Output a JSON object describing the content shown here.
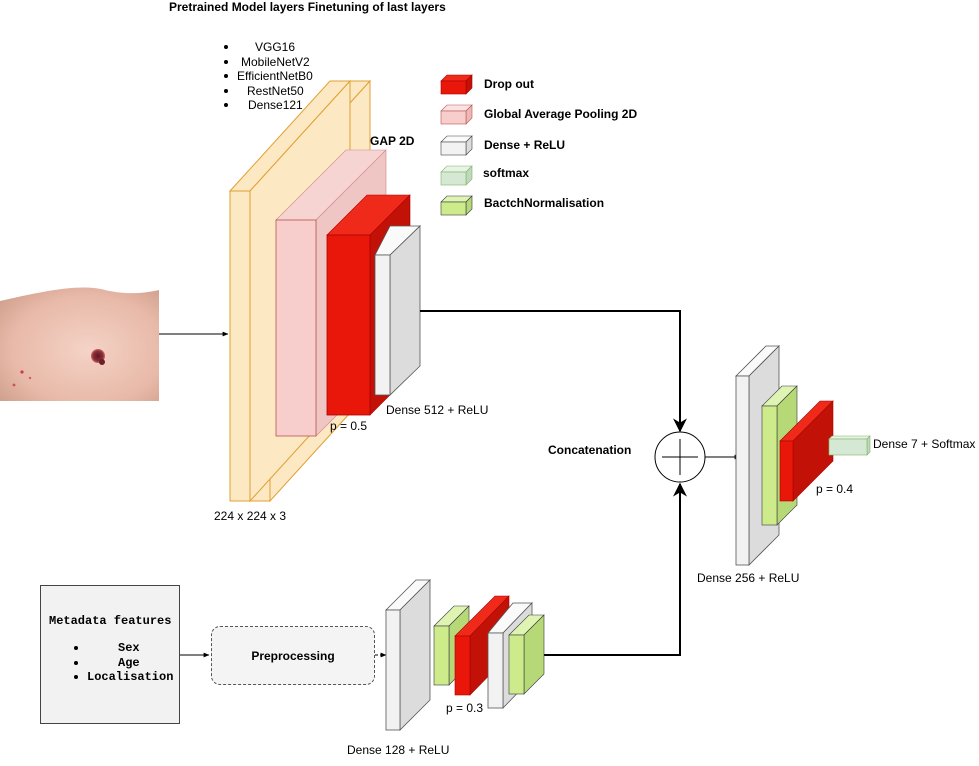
{
  "title": "Pretrained Model layers Finetuning of last layers",
  "pretrained_models": [
    "VGG16",
    "MobileNetV2",
    "EfficientNetB0",
    "RestNet50",
    "Dense121"
  ],
  "legend": [
    {
      "label": "Drop out",
      "color": "#e8170a",
      "top": "#f02a1a",
      "side": "#c21208"
    },
    {
      "label": "Global Average Pooling 2D",
      "color": "#f8cecc",
      "top": "#fbe3e2",
      "side": "#ecb8b6"
    },
    {
      "label": "Dense + ReLU",
      "color": "#f2f2f2",
      "top": "#fafafa",
      "side": "#dcdcdc"
    },
    {
      "label": "softmax",
      "color": "#d5e8d4",
      "top": "#e7f3e6",
      "side": "#bfd8be"
    },
    {
      "label": "BactchNormalisation",
      "color": "#cdeb8b",
      "top": "#dff3b2",
      "side": "#b7d876"
    }
  ],
  "labels": {
    "gap": "GAP 2D",
    "input_size": "224 x 224 x 3",
    "p05": "p = 0.5",
    "dense512": "Dense 512 + ReLU",
    "concatenation": "Concatenation",
    "dense256": "Dense 256  + ReLU",
    "p04": "p = 0.4",
    "dense7": "Dense 7 + Softmax",
    "p03": "p = 0.3",
    "dense128": "Dense 128 + ReLU",
    "preprocessing": "Preprocessing"
  },
  "metadata": {
    "title": "Metadata features",
    "items": [
      "Sex",
      "Age",
      "Localisation"
    ]
  },
  "colors": {
    "input_layer_fill": "#fde8c4",
    "input_layer_stroke": "#e0a030",
    "gap_shadow": "#e8c8b8",
    "arrow": "#000000"
  },
  "image_icon": "skin-lesion-photo"
}
